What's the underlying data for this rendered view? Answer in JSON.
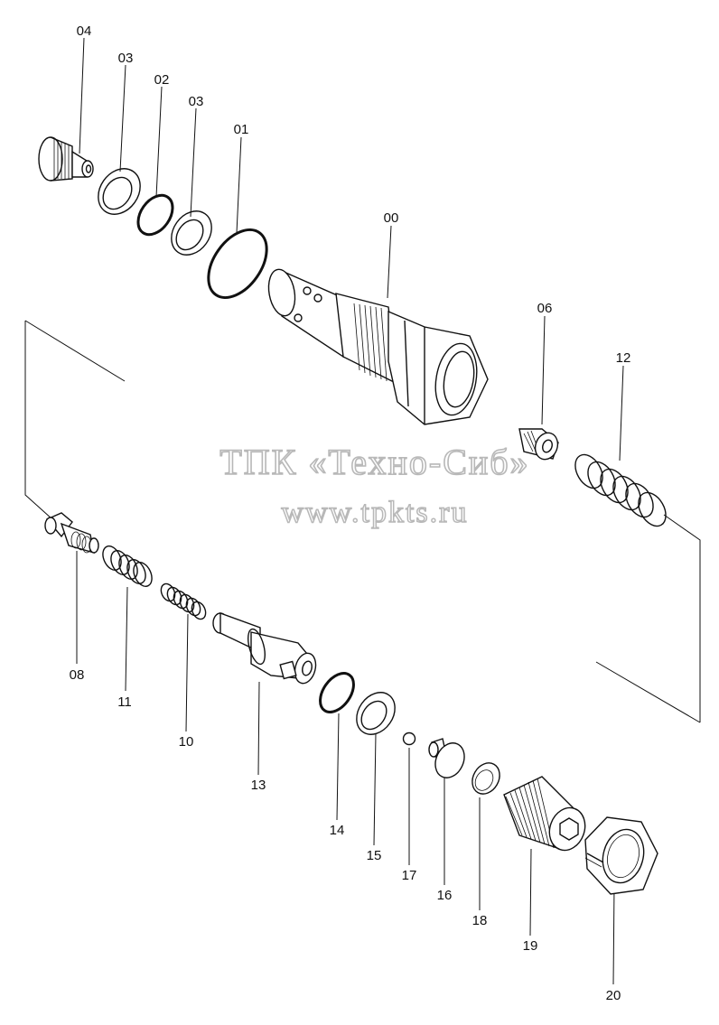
{
  "diagram": {
    "parts": [
      {
        "id": "04",
        "label": "04"
      },
      {
        "id": "03a",
        "label": "03"
      },
      {
        "id": "02",
        "label": "02"
      },
      {
        "id": "03b",
        "label": "03"
      },
      {
        "id": "01",
        "label": "01"
      },
      {
        "id": "00",
        "label": "00"
      },
      {
        "id": "06",
        "label": "06"
      },
      {
        "id": "12",
        "label": "12"
      },
      {
        "id": "08",
        "label": "08"
      },
      {
        "id": "11",
        "label": "11"
      },
      {
        "id": "10",
        "label": "10"
      },
      {
        "id": "13",
        "label": "13"
      },
      {
        "id": "14",
        "label": "14"
      },
      {
        "id": "15",
        "label": "15"
      },
      {
        "id": "17",
        "label": "17"
      },
      {
        "id": "16",
        "label": "16"
      },
      {
        "id": "18",
        "label": "18"
      },
      {
        "id": "19",
        "label": "19"
      },
      {
        "id": "20",
        "label": "20"
      }
    ]
  },
  "watermark": {
    "line1": "ТПК «Техно-Сиб»",
    "line2": "www.tpkts.ru"
  }
}
